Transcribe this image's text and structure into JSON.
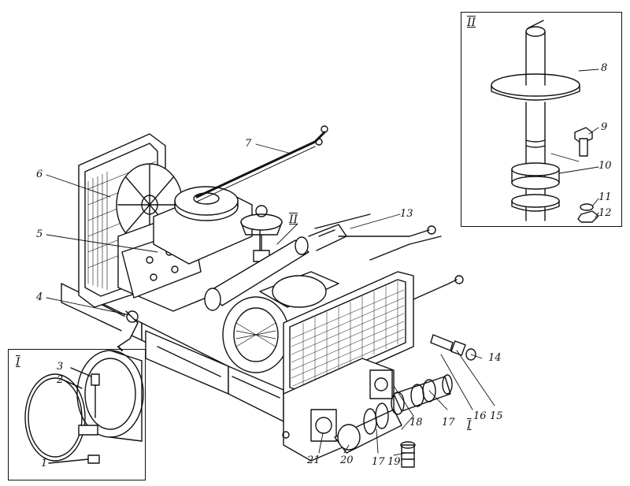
{
  "inset_labels": {
    "inset_1": "I",
    "inset_2": "II"
  },
  "callouts": {
    "c1": "1",
    "c2": "2",
    "c3": "3",
    "c4": "4",
    "c5": "5",
    "c6": "6",
    "c7": "7",
    "c8": "8",
    "c9": "9",
    "c10": "10",
    "c11": "11",
    "c12": "12",
    "c13": "13",
    "c14": "14",
    "c15": "15",
    "c16": "16",
    "c17": "17",
    "c18": "18",
    "c19": "19",
    "c20": "20",
    "c21": "21"
  },
  "roman_marks": {
    "main_mark_2": "II",
    "main_mark_1": "I"
  },
  "colors": {
    "ink": "#111111",
    "paper": "#ffffff"
  }
}
